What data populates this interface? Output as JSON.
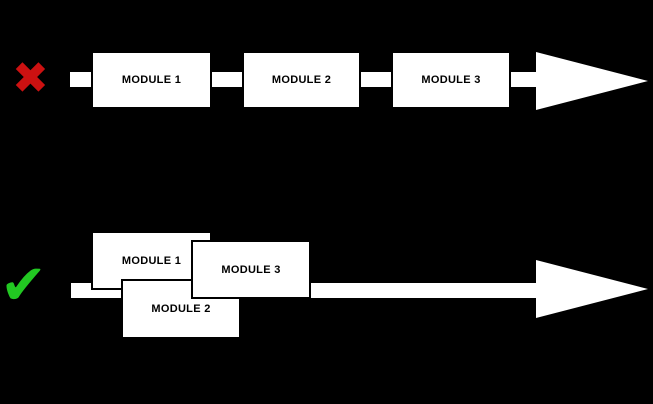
{
  "colors": {
    "background": "#000000",
    "cross": "#cc1111",
    "check": "#22c822",
    "box_fill": "#ffffff",
    "box_border": "#000000",
    "arrow": "#ffffff"
  },
  "top_row": {
    "meaning": "rejected-sequential-pipeline",
    "status_glyph": "✖",
    "modules": [
      {
        "label": "MODULE 1"
      },
      {
        "label": "MODULE 2"
      },
      {
        "label": "MODULE 3"
      }
    ]
  },
  "bottom_row": {
    "meaning": "approved-overlapping-pipeline",
    "status_glyph": "✔",
    "modules": [
      {
        "label": "MODULE 1"
      },
      {
        "label": "MODULE 2"
      },
      {
        "label": "MODULE 3"
      }
    ]
  }
}
